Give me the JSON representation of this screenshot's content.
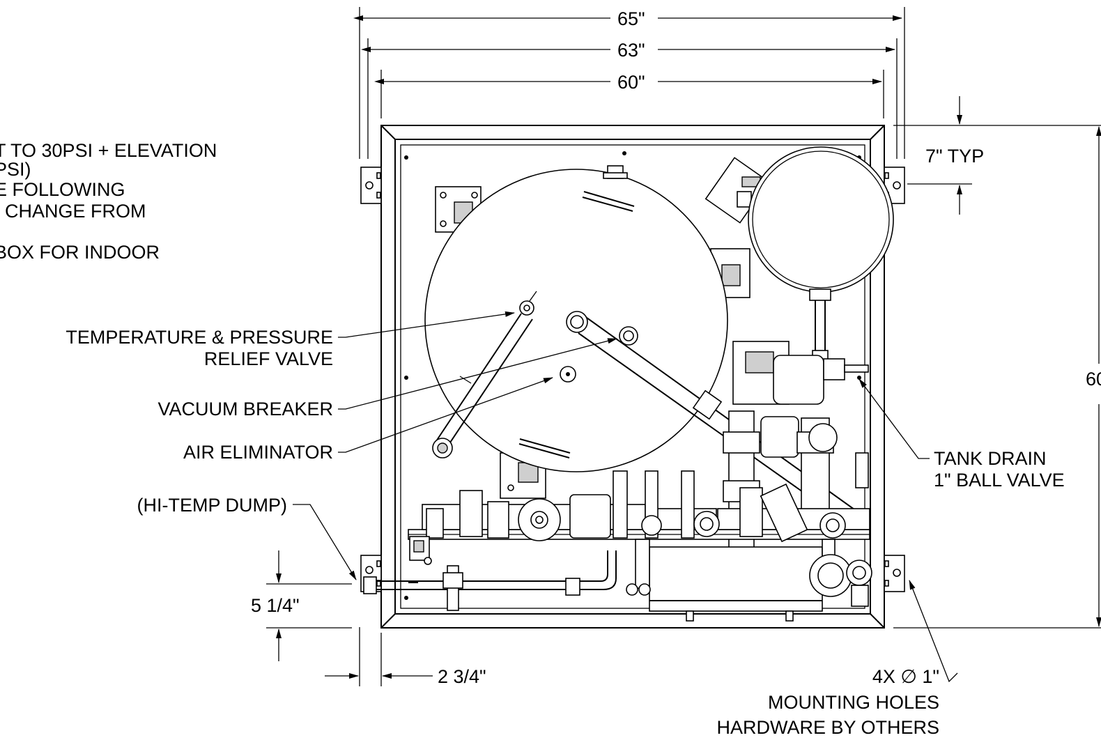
{
  "notes": {
    "line1": "T TO 30PSI + ELEVATION",
    "line2": "PSI)",
    "line3": "E  FOLLOWING",
    "line4": "I CHANGE FROM",
    "line5": "BOX FOR INDOOR"
  },
  "dimensions": {
    "overall_width": "65\"",
    "mount_width": "63\"",
    "cabinet_width": "60\"",
    "tab_typ": "7\" TYP",
    "cabinet_height_partial": "60",
    "dump_height": "5 1/4\"",
    "dump_offset": "2 3/4\""
  },
  "callouts": {
    "tp_relief_line1": "TEMPERATURE & PRESSURE",
    "tp_relief_line2": "RELIEF VALVE",
    "vacuum_breaker": "VACUUM BREAKER",
    "air_eliminator": "AIR ELIMINATOR",
    "hi_temp_dump": "(HI-TEMP DUMP)",
    "tank_drain_line1": "TANK DRAIN",
    "tank_drain_line2": "1\" BALL VALVE",
    "mounting_line1": "4X  ∅  1\"",
    "mounting_line2": "MOUNTING HOLES",
    "mounting_line3": "HARDWARE BY OTHERS"
  }
}
